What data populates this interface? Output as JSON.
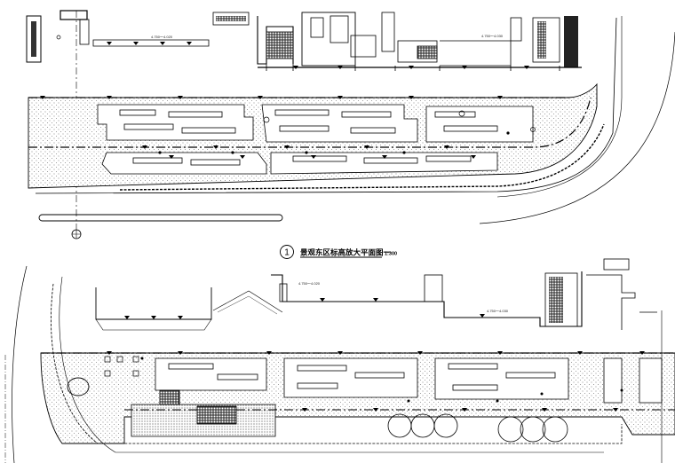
{
  "drawing_title": {
    "number": "1",
    "title": "景观东区标高放大平面图一",
    "scale": "1:300"
  },
  "level_marks": {
    "top": [
      "4.750～4.020",
      "4.750～4.030"
    ],
    "bottom": [
      "4.750～4.020",
      "4.750～4.030"
    ]
  },
  "colors": {
    "line": "#000000",
    "hatch": "#9a9a9a",
    "dash": "#000000"
  },
  "icons": {
    "north_axis_marker": "crosshair-circle",
    "title_badge": "circled-number"
  }
}
